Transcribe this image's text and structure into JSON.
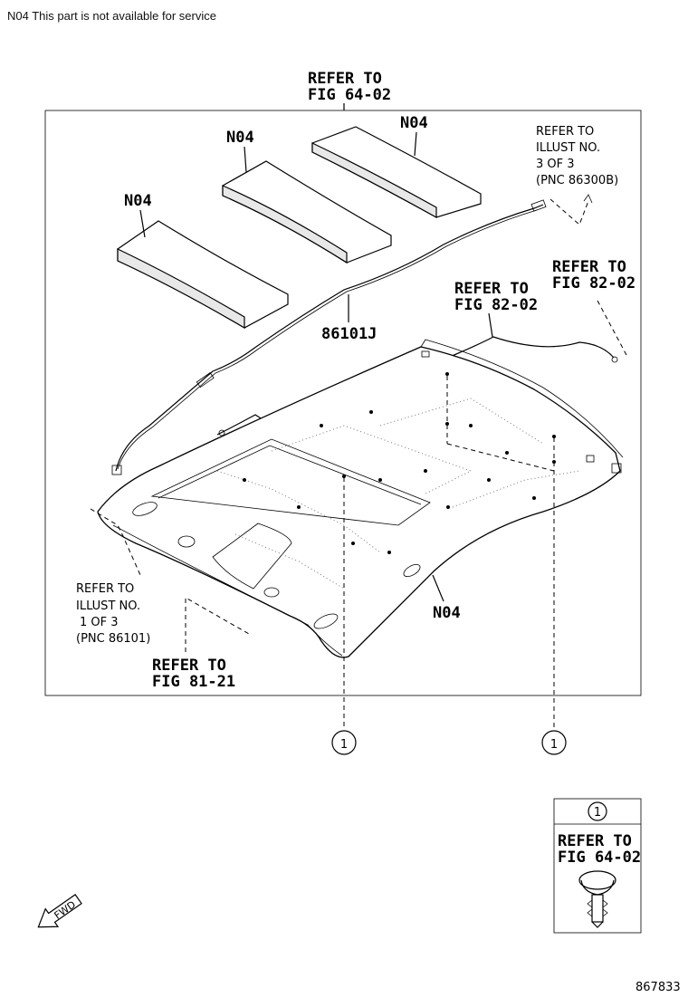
{
  "header_note": "N04 This part is not available for service",
  "labels": {
    "refer_top_l1": "REFER TO",
    "refer_top_l2": "FIG 64-02",
    "n04_pad_left": "N04",
    "n04_pad_mid": "N04",
    "n04_pad_right": "N04",
    "n04_body": "N04",
    "part_86101j": "86101J",
    "illust_right_l1": "REFER TO",
    "illust_right_l2": "ILLUST NO.",
    "illust_right_l3": "3 OF 3",
    "illust_right_l4": "(PNC 86300B)",
    "fig8202_mid_l1": "REFER TO",
    "fig8202_mid_l2": "FIG 82-02",
    "fig8202_right_l1": "REFER TO",
    "fig8202_right_l2": "FIG 82-02",
    "illust_left_l1": "REFER TO",
    "illust_left_l2": "ILLUST NO.",
    "illust_left_l3": "1 OF 3",
    "illust_left_l4": "(PNC 86101)",
    "fig8121_l1": "REFER TO",
    "fig8121_l2": "FIG 81-21",
    "callout_1a": "1",
    "callout_1b": "1",
    "fwd": "FWD",
    "diagram_number": "867833"
  },
  "legend_box": {
    "number": "1",
    "line1": "REFER TO",
    "line2": "FIG 64-02"
  }
}
